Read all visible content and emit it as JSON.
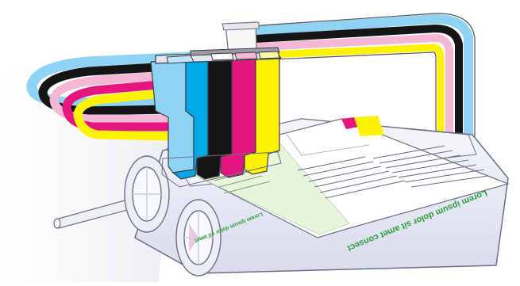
{
  "illustration": {
    "subject": "CISS inkjet printer",
    "headline": "Lorem ipsum dolor sit amet consect",
    "subhead": "Lorem ipsum dolor sit amet",
    "inks": [
      {
        "name": "light-cyan",
        "color": "#8fd3f4"
      },
      {
        "name": "cyan",
        "color": "#00a8e8"
      },
      {
        "name": "black",
        "color": "#151515"
      },
      {
        "name": "magenta",
        "color": "#e5177e"
      },
      {
        "name": "yellow",
        "color": "#fff200"
      }
    ],
    "colors": {
      "body_fill": "#e9ecf6",
      "body_stroke": "#6c6f86",
      "headline_green": "#2e9c3c",
      "paper": "#ffffff",
      "green_panel": "#e8f5dd"
    }
  }
}
